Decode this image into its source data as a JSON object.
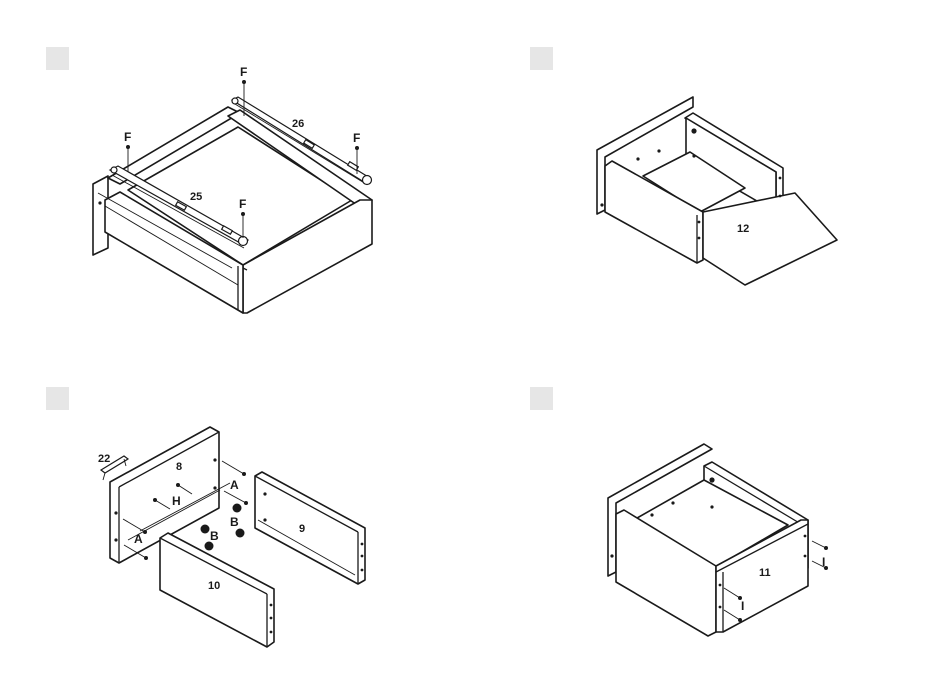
{
  "step1": {
    "labels": {
      "f1": "F",
      "f2": "F",
      "f3": "F",
      "f4": "F",
      "part26": "26",
      "part25": "25"
    }
  },
  "step2": {
    "labels": {
      "part12": "12"
    }
  },
  "step3": {
    "labels": {
      "part22": "22",
      "part8": "8",
      "partH": "H",
      "partA1": "A",
      "partA2": "A",
      "partB1": "B",
      "partB2": "B",
      "part9": "9",
      "part10": "10"
    }
  },
  "step4": {
    "labels": {
      "part11": "11",
      "partI1": "I",
      "partI2": "I"
    }
  }
}
